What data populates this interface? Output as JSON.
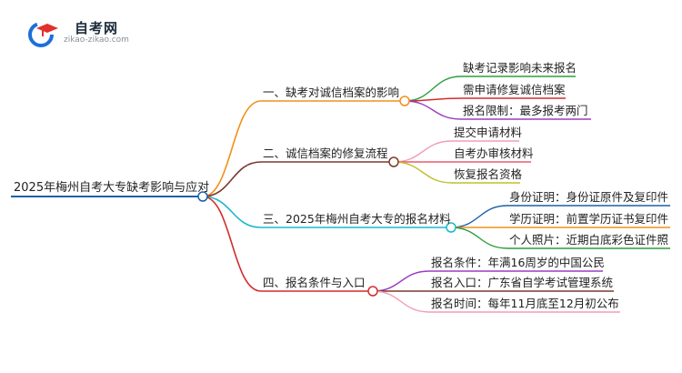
{
  "logo": {
    "title": "自考网",
    "url": "zikao-zikao.com",
    "brand_color": "#1e6fd9"
  },
  "mindmap": {
    "root": "2025年梅州自考大专缺考影响与应对",
    "branches": [
      {
        "label": "一、缺考对诚信档案的影响",
        "color": "#f39019",
        "children": [
          {
            "label": "缺考记录影响未来报名",
            "color": "#2e9e3e"
          },
          {
            "label": "需申请修复诚信档案",
            "color": "#d42c2c"
          },
          {
            "label": "报名限制：最多报考两门",
            "color": "#9a3dbf"
          }
        ]
      },
      {
        "label": "二、诚信档案的修复流程",
        "color": "#7a3a2e",
        "children": [
          {
            "label": "提交申请材料",
            "color": "#f09db6"
          },
          {
            "label": "自考办审核材料",
            "color": "#ee5a6a"
          },
          {
            "label": "恢复报名资格",
            "color": "#c0bf2a"
          }
        ]
      },
      {
        "label": "三、2025年梅州自考大专的报名材料",
        "color": "#1ab8c9",
        "children": [
          {
            "label": "身份证明：身份证原件及复印件",
            "color": "#1a5fa8"
          },
          {
            "label": "学历证明：前置学历证书复印件",
            "color": "#f39019"
          },
          {
            "label": "个人照片：近期白底彩色证件照",
            "color": "#2e9e3e"
          }
        ]
      },
      {
        "label": "四、报名条件与入口",
        "color": "#d42c2c",
        "children": [
          {
            "label": "报名条件：年满16周岁的中国公民",
            "color": "#9a3dbf"
          },
          {
            "label": "报名入口：广东省自学考试管理系统",
            "color": "#7a3a2e"
          },
          {
            "label": "报名时间：每年11月底至12月初公布",
            "color": "#f09db6"
          }
        ]
      }
    ]
  },
  "colors": {
    "root_line": "#1a5fa8",
    "node_circle_fill": "#ffffff"
  }
}
